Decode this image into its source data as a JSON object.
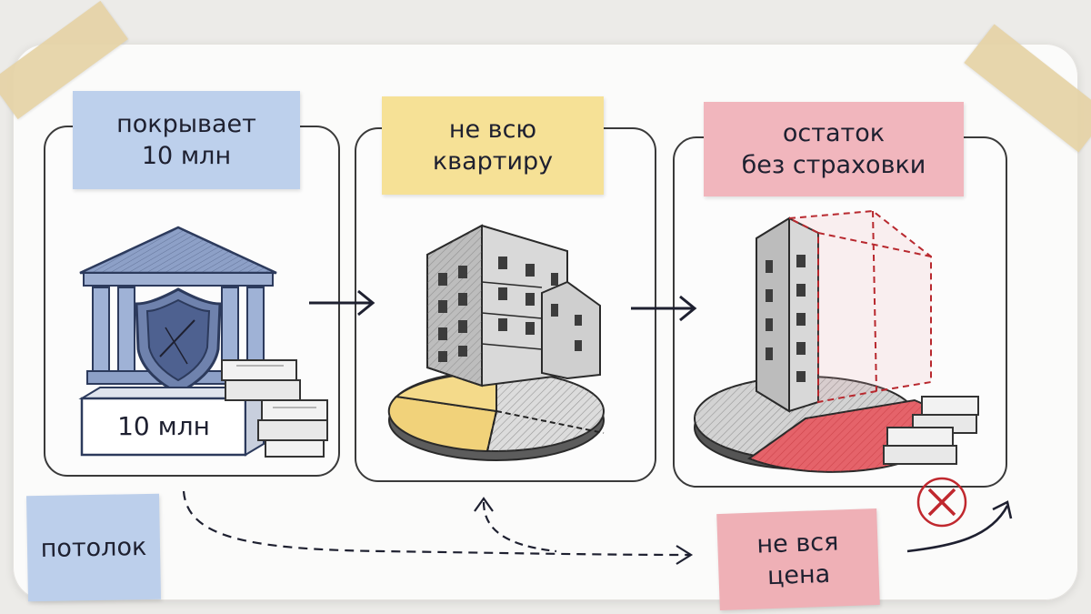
{
  "steps": [
    {
      "label": "покрывает\n10 млн",
      "color": "#bdd0ec"
    },
    {
      "label": "не всю\nквартиру",
      "color": "#f6e196"
    },
    {
      "label": "остаток\nбез страховки",
      "color": "#f1b6bd"
    }
  ],
  "bank": {
    "amount_label": "10 млн"
  },
  "notes": {
    "ceiling": "потолок",
    "not_full_price": "не вся\nцена"
  },
  "icons": [
    "bank-shield-icon",
    "money-stack-icon",
    "apartment-building-icon",
    "pie-chart-icon",
    "cross-icon",
    "arrow-icon"
  ]
}
